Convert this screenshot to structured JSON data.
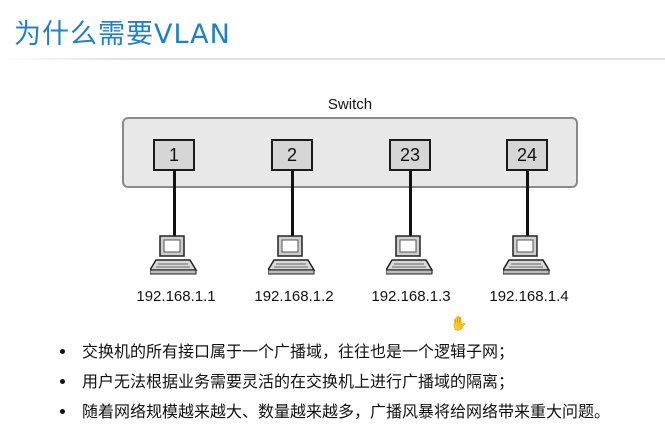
{
  "slide": {
    "title": "为什么需要VLAN"
  },
  "diagram": {
    "switch_label": "Switch",
    "ports": [
      "1",
      "2",
      "23",
      "24"
    ],
    "hosts": [
      {
        "ip": "192.168.1.1",
        "icon": "pc-icon"
      },
      {
        "ip": "192.168.1.2",
        "icon": "pc-icon"
      },
      {
        "ip": "192.168.1.3",
        "icon": "pc-icon"
      },
      {
        "ip": "192.168.1.4",
        "icon": "pc-icon"
      }
    ]
  },
  "bullets": [
    "交换机的所有接口属于一个广播域，往往也是一个逻辑子网；",
    "用户无法根据业务需要灵活的在交换机上进行广播域的隔离；",
    "随着网络规模越来越大、数量越来越多，广播风暴将给网络带来重大问题。"
  ],
  "colors": {
    "title": "#1f7fc9",
    "switch_fill": "#e8e8e8",
    "port_fill": "#d6d6d6"
  }
}
